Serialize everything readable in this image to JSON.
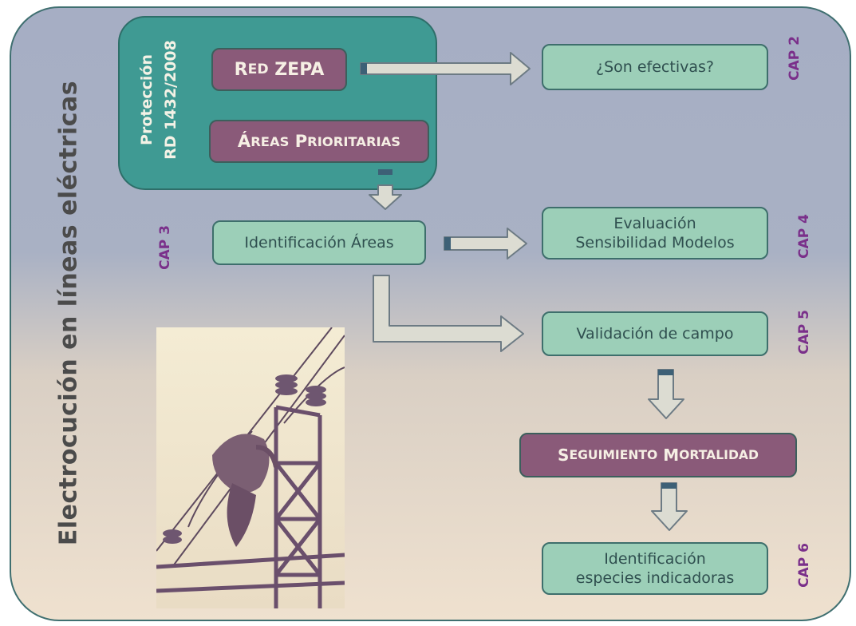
{
  "diagram": {
    "side_title": "Electrocución en líneas eléctricas",
    "protection": {
      "line1": "Protección",
      "line2": "RD 1432/2008"
    },
    "red_zepa": {
      "first": "R",
      "rest": "ED",
      "word": "ZEPA"
    },
    "areas_prioritarias": {
      "w1_first": "Á",
      "w1_rest": "REAS",
      "w2_first": "P",
      "w2_rest": "RIORITARIAS"
    },
    "seguimiento": {
      "w1_first": "S",
      "w1_rest": "EGUIMIENTO",
      "w2_first": "M",
      "w2_rest": "ORTALIDAD"
    },
    "son_efectivas": "¿Son efectivas?",
    "identificacion_areas": "Identificación Áreas",
    "evaluacion": {
      "line1": "Evaluación",
      "line2": "Sensibilidad Modelos"
    },
    "validacion": "Validación de campo",
    "identificacion_especies": {
      "line1": "Identificación",
      "line2": "especies indicadoras"
    },
    "caps": {
      "cap2": "CAP 2",
      "cap3": "CAP 3",
      "cap4": "CAP 4",
      "cap5": "CAP 5",
      "cap6": "CAP 6"
    }
  },
  "colors": {
    "process_box": "#9ccfb8",
    "highlight_box": "#8a5a79",
    "protection_panel": "#3f9a93",
    "cap_text": "#7a2f8a",
    "title_text": "#4b4b4b"
  }
}
